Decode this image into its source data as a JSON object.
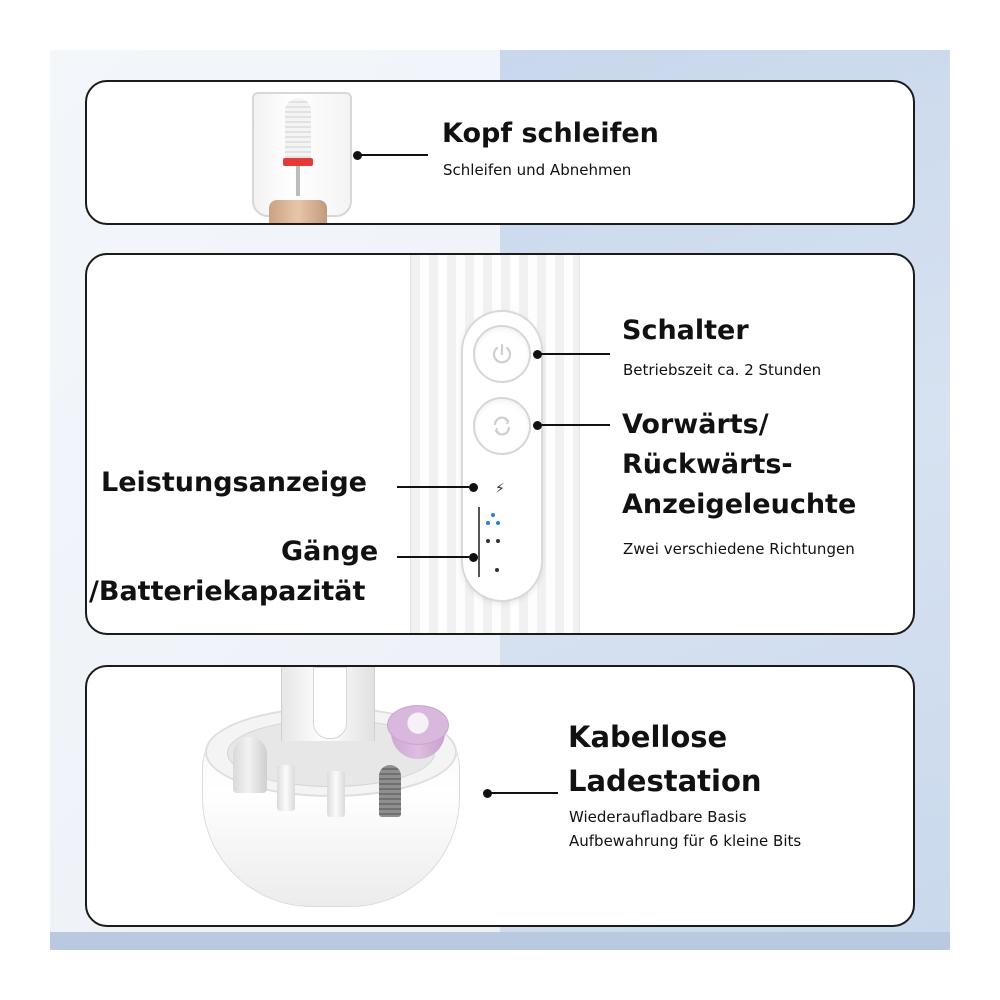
{
  "colors": {
    "accent_red": "#e53a3a",
    "indicator_blue": "#2a7fd4",
    "outline": "#1b1b1b",
    "background_blue": "#c8d7ec"
  },
  "panel_head": {
    "title": "Kopf schleifen",
    "subtitle": "Schleifen und Abnehmen"
  },
  "panel_controls": {
    "switch": {
      "title": "Schalter",
      "subtitle": "Betriebszeit ca. 2 Stunden",
      "icon": "power-icon"
    },
    "direction": {
      "title_line1": "Vorwärts/",
      "title_line2": "Rückwärts-",
      "title_line3": "Anzeigeleuchte",
      "subtitle": "Zwei verschiedene Richtungen",
      "icon": "rotate-icon"
    },
    "power_display": {
      "title": "Leistungsanzeige",
      "icon": "lightning-icon"
    },
    "gears": {
      "title_line1": "Gänge",
      "title_line2": "/Batteriekapazität"
    }
  },
  "panel_station": {
    "title_line1": "Kabellose",
    "title_line2": "Ladestation",
    "subtitle_line1": "Wiederaufladbare Basis",
    "subtitle_line2": "Aufbewahrung für 6 kleine Bits"
  }
}
